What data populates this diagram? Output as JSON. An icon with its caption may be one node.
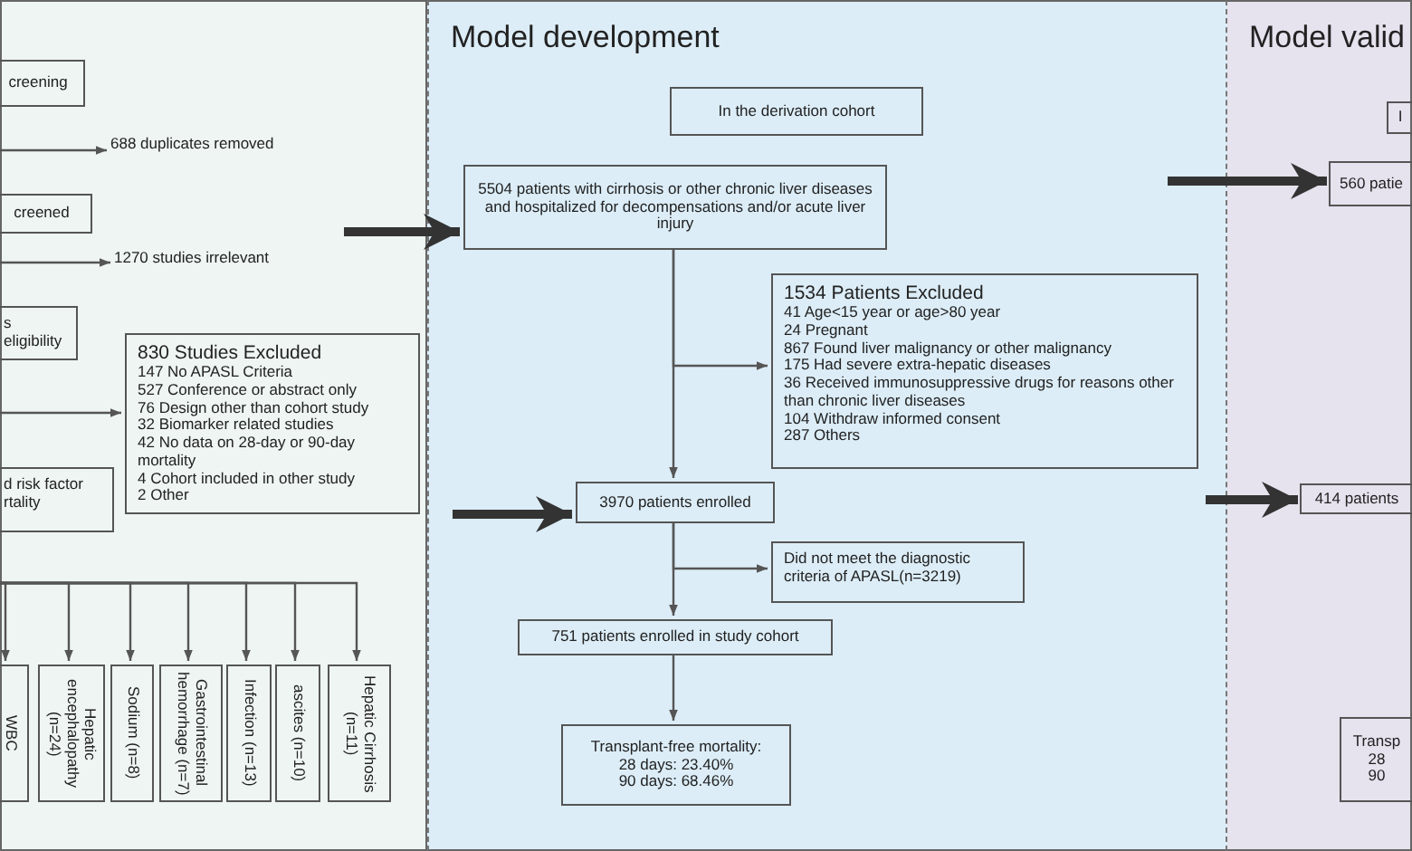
{
  "diagram": {
    "nodes": [
      {
        "text": [],
        "shape": "box"
      },
      {
        "text": [
          "creening"
        ],
        "in": 0
      },
      {
        "text": [
          "creened"
        ],
        "in": 0
      },
      {
        "text": [
          "s eligibility"
        ],
        "in": 0
      },
      {
        "text": [
          "d risk factor rtality"
        ],
        "in": 0
      },
      {
        "text": [
          "688 duplicates removed"
        ],
        "in": 0
      },
      {
        "text": [
          "1270 studies irrelevant"
        ],
        "in": 0
      },
      {
        "text": [
          "830 Studies Excluded",
          "147 No APASL Criteria",
          "527 Conference or abstract only",
          "76 Design other than cohort study",
          "32 Biomarker related studies",
          "42 No data on 28-day or 90-day mortality",
          "4 Cohort included in other study",
          "2 Other"
        ],
        "in": 0
      },
      {
        "text": [
          "WBC"
        ],
        "in": 0
      },
      {
        "text": [
          "Hepatic encephalopathy (n=24)"
        ],
        "in": 0
      },
      {
        "text": [
          "Sodium (n=8)"
        ],
        "in": 0
      },
      {
        "text": [
          "Gastrointestinal hemorrhage (n=7)"
        ],
        "in": 0
      },
      {
        "text": [
          "Infection (n=13)"
        ],
        "in": 0
      },
      {
        "text": [
          "ascites (n=10)"
        ],
        "in": 0
      },
      {
        "text": [
          "Hepatic Cirrhosis (n=11)"
        ],
        "in": 0
      },
      {
        "text": [
          "Model development"
        ]
      },
      {
        "text": [
          "In the derivation cohort"
        ],
        "in": 15
      },
      {
        "text": [
          "5504 patients with cirrhosis or other chronic liver diseases and hospitalized for decompensations and/or acute liver injury"
        ],
        "in": 15
      },
      {
        "text": [
          "1534 Patients Excluded",
          "41 Age<15 year or age>80 year",
          "24 Pregnant",
          "867 Found liver malignancy or other malignancy",
          "175 Had severe extra-hepatic diseases",
          "36 Received immunosuppressive drugs for reasons other than chronic liver diseases",
          "104 Withdraw informed consent",
          "287 Others"
        ],
        "in": 15
      },
      {
        "text": [
          "3970 patients enrolled"
        ],
        "in": 15
      },
      {
        "text": [
          "Did not meet the diagnostic criteria of APASL(n=3219)"
        ],
        "in": 15
      },
      {
        "text": [
          "751 patients enrolled in study cohort"
        ],
        "in": 15
      },
      {
        "text": [
          "Transplant-free mortality:",
          "28 days: 23.40%",
          "90 days: 68.46%"
        ],
        "in": 15
      },
      {
        "text": [
          "Model valid"
        ]
      },
      {
        "text": [
          "I"
        ],
        "in": 23
      },
      {
        "text": [
          "560 patie"
        ],
        "in": 23
      },
      {
        "text": [
          "414 patients"
        ],
        "in": 23
      },
      {
        "text": [
          "Transp",
          "28",
          "90"
        ],
        "in": 23
      }
    ],
    "edges": [
      {
        "from": null,
        "to": 5,
        "arrow": "to"
      },
      {
        "from": null,
        "to": 6,
        "arrow": "to"
      },
      {
        "from": null,
        "to": 7,
        "arrow": "to"
      },
      {
        "from": null,
        "to": 8,
        "arrow": "to"
      },
      {
        "from": null,
        "to": 9,
        "arrow": "to"
      },
      {
        "from": null,
        "to": 10,
        "arrow": "to"
      },
      {
        "from": null,
        "to": 11,
        "arrow": "to"
      },
      {
        "from": null,
        "to": 12,
        "arrow": "to"
      },
      {
        "from": null,
        "to": 13,
        "arrow": "to"
      },
      {
        "from": null,
        "to": 14,
        "arrow": "to"
      },
      {
        "from": null,
        "to": 17,
        "arrow": "to",
        "style": "thick",
        "color": "#333333"
      },
      {
        "from": null,
        "to": 19,
        "arrow": "to",
        "style": "thick",
        "color": "#333333"
      },
      {
        "from": 17,
        "to": 18,
        "arrow": "to"
      },
      {
        "from": 17,
        "to": 19,
        "arrow": "to"
      },
      {
        "from": 19,
        "to": 20,
        "arrow": "to"
      },
      {
        "from": 19,
        "to": 21,
        "arrow": "to"
      },
      {
        "from": 21,
        "to": 22,
        "arrow": "to"
      },
      {
        "from": null,
        "to": 25,
        "arrow": "to",
        "style": "thick",
        "color": "#333333"
      },
      {
        "from": null,
        "to": 26,
        "arrow": "to",
        "style": "thick",
        "color": "#333333"
      }
    ]
  }
}
